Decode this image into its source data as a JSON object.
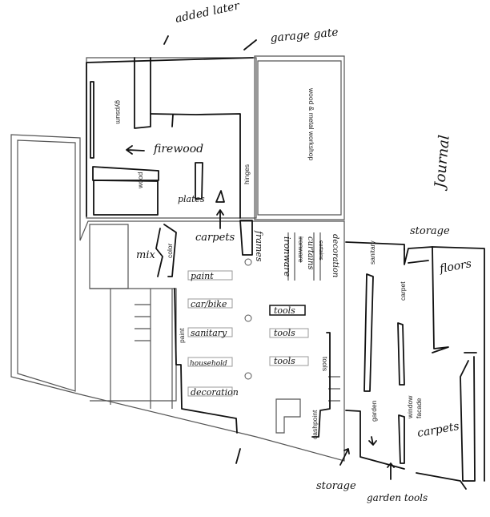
{
  "annotations": {
    "added_later": "added later",
    "garage_gate": "garage gate",
    "firewood": "firewood",
    "plates": "plates",
    "carpets_top": "carpets",
    "frames": "frames",
    "mix": "mix",
    "storage_right": "storage",
    "floors": "floors",
    "carpets_right": "carpets",
    "storage_bottom": "storage",
    "garden_tools": "garden tools",
    "journal": "Journal"
  },
  "rooms": {
    "gypsum": "gypsum",
    "wood": "wood",
    "hinges": "hinges",
    "workshop": "wood & metal workshop",
    "color": "color",
    "paint": "paint",
    "sanitary": "sanitary",
    "carpet": "carpet",
    "window_facade_1": "window",
    "window_facade_2": "facade",
    "garden": "garden",
    "tools": "tools",
    "cashpoint": "cashpoint",
    "ironware": "ironware",
    "curtains": "curtains"
  },
  "shelves": {
    "paint": "paint",
    "carbike": "car/bike",
    "sanitary": "sanitary",
    "household": "household",
    "decoration": "decoration",
    "tools1": "tools",
    "tools2": "tools",
    "tools3": "tools",
    "ironware": "ironware",
    "curtains": "curtains",
    "decoration_v": "decoration"
  }
}
